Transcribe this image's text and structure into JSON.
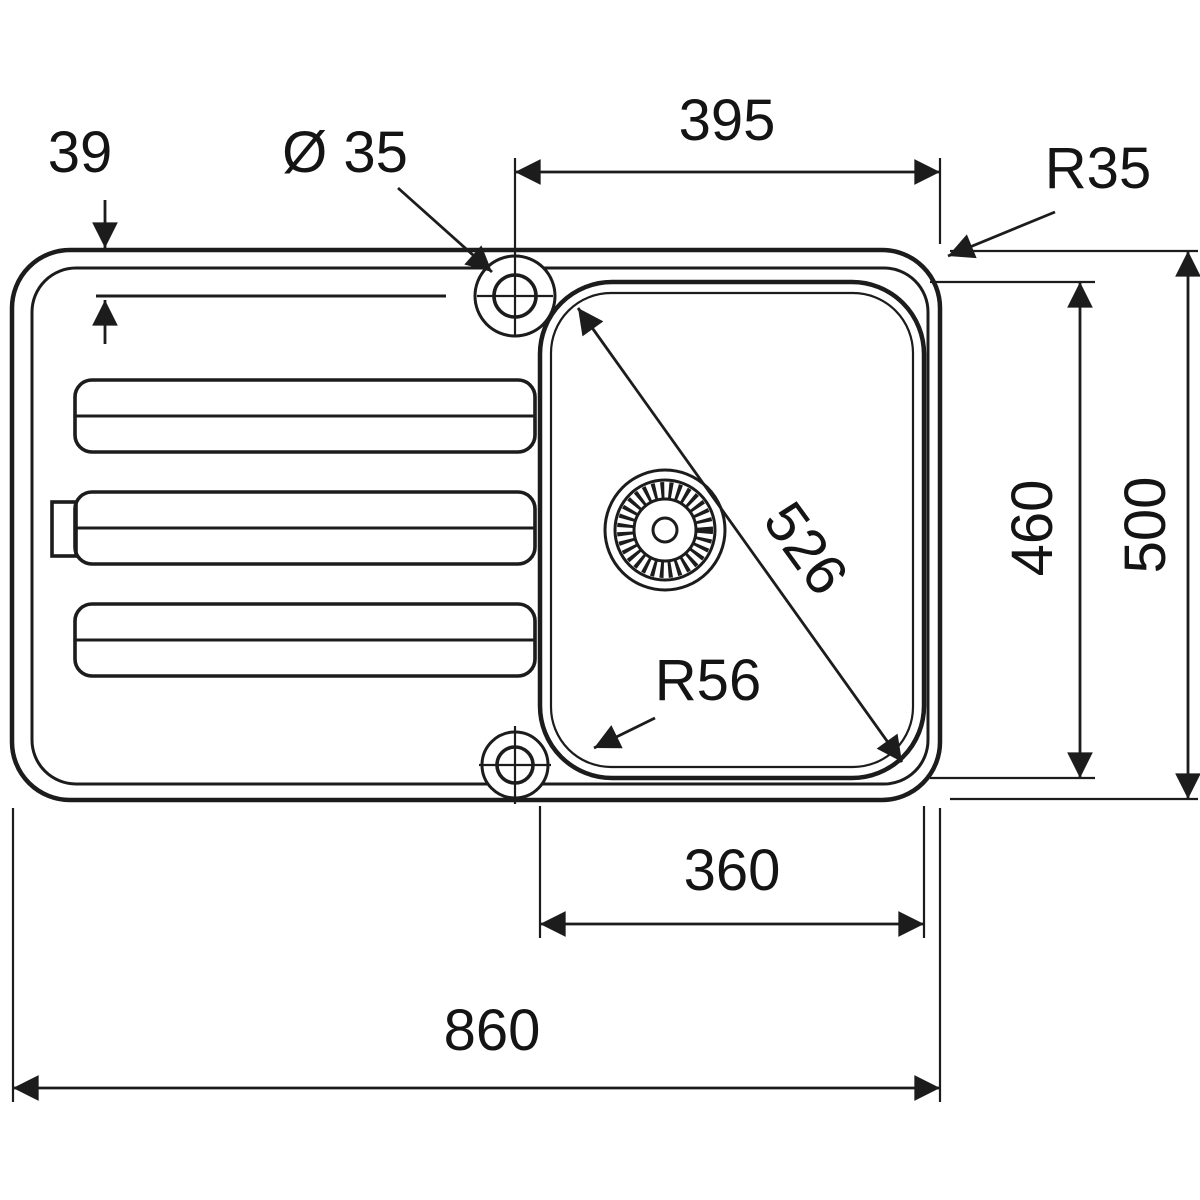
{
  "labels": {
    "offset_39": "39",
    "tap_diameter": "Ø 35",
    "width_395": "395",
    "radius_r35": "R35",
    "diagonal_526": "526",
    "height_460": "460",
    "height_500": "500",
    "radius_r56": "R56",
    "width_360": "360",
    "width_860": "860"
  }
}
